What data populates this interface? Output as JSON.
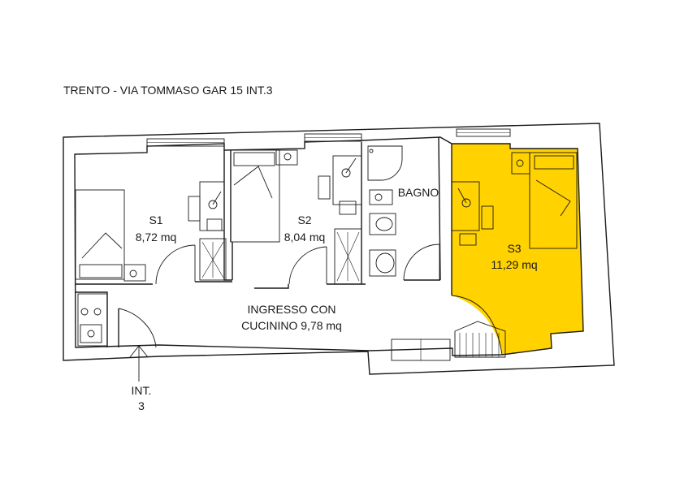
{
  "plan": {
    "title": "TRENTO - VIA TOMMASO GAR 15 INT.3",
    "highlight_color": "#FFD200",
    "rooms": [
      {
        "id": "s1",
        "name": "S1",
        "area": "8,72 mq"
      },
      {
        "id": "s2",
        "name": "S2",
        "area": "8,04 mq"
      },
      {
        "id": "bagno",
        "name": "BAGNO"
      },
      {
        "id": "s3",
        "name": "S3",
        "area": "11,29 mq",
        "highlighted": true
      },
      {
        "id": "ingresso",
        "name": "INGRESSO CON",
        "area": "CUCININO 9,78 mq"
      }
    ],
    "entrance": {
      "line1": "INT.",
      "line2": "3"
    }
  }
}
